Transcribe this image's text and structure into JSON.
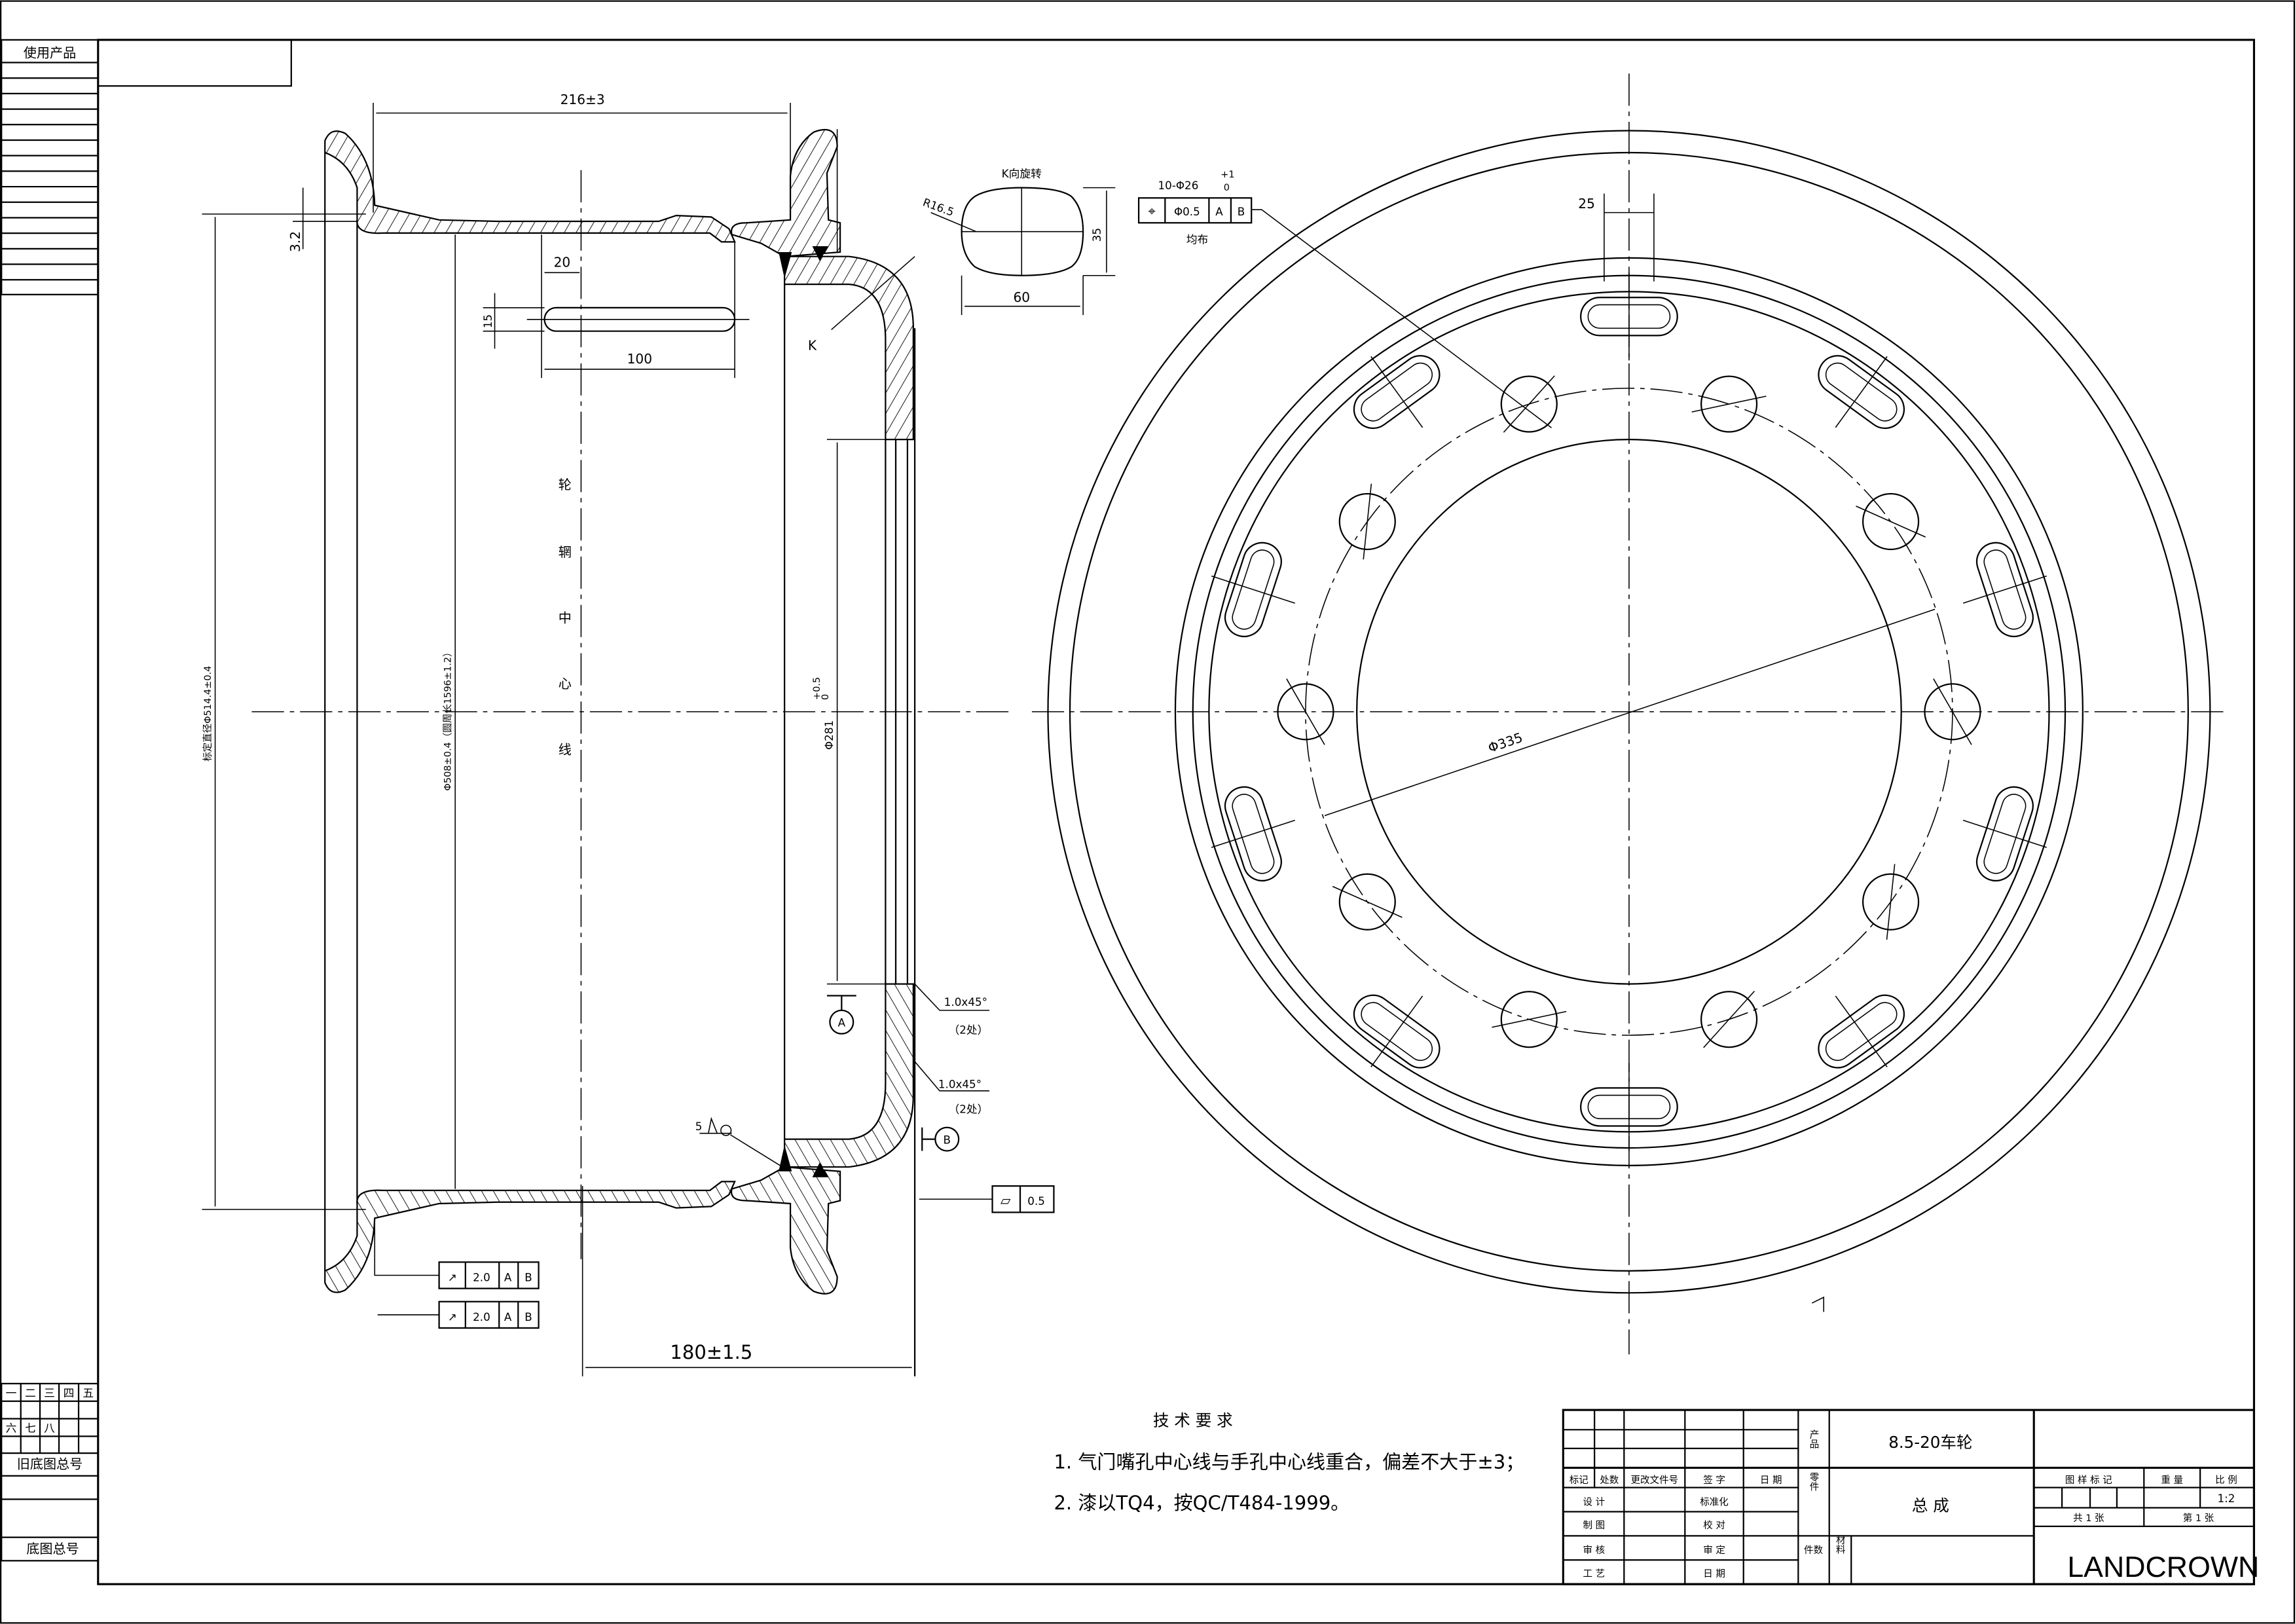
{
  "left_strip": {
    "used_product": "使用产品",
    "numbers": [
      "一",
      "二",
      "三",
      "四",
      "五",
      "六",
      "七",
      "八"
    ],
    "old_drawing_no": "旧底图总号",
    "drawing_no": "底图总号"
  },
  "side_view": {
    "rim_width": "216±3",
    "thickness": "3.2",
    "valve_slot_offset": "20",
    "valve_slot_width": "15",
    "valve_slot_length": "100",
    "view_arrow": "K",
    "rim_centerline": [
      "轮",
      "辋",
      "中",
      "心",
      "线"
    ],
    "nominal_diameter": "标定直径Φ514.4±0.4",
    "seat_diameter": "Φ508±0.4（圆周长1596±1.2）",
    "bore_diameter": "Φ281",
    "bore_tol_upper": "+0.5",
    "bore_tol_lower": "0",
    "chamfer1": "1.0x45°",
    "chamfer1_count": "（2处）",
    "chamfer2": "1.0x45°",
    "chamfer2_count": "（2处）",
    "datum_a": "A",
    "datum_b": "B",
    "weld": "5",
    "flatness": {
      "symbol": "▱",
      "value": "0.5"
    },
    "runout1": {
      "symbol": "↗",
      "value": "2.0",
      "datum1": "A",
      "datum2": "B"
    },
    "runout2": {
      "symbol": "↗",
      "value": "2.0",
      "datum1": "A",
      "datum2": "B"
    },
    "offset": "180±1.5"
  },
  "k_view": {
    "title": "K向旋转",
    "radius": "R16.5",
    "height": "35",
    "width": "60"
  },
  "front_view": {
    "holes": "10-Φ26",
    "holes_tol_upper": "+1",
    "holes_tol_lower": "0",
    "position": {
      "symbol": "⌖",
      "value": "Φ0.5",
      "datum1": "A",
      "datum2": "B"
    },
    "distribution": "均布",
    "notch_width": "25",
    "pilot_circle": "Φ335",
    "bolt_hole_count": 10,
    "hand_hole_count": 10
  },
  "tech_requirements": {
    "title": "技 术 要 求",
    "items": [
      "1. 气门嘴孔中心线与手孔中心线重合，偏差不大于±3；",
      "2. 漆以TQ4，按QC/T484-1999。"
    ]
  },
  "title_block": {
    "headers": [
      "标记",
      "处数",
      "更改文件号",
      "签 字",
      "日 期"
    ],
    "roles_left": [
      "设 计",
      "制 图",
      "审 核",
      "工 艺"
    ],
    "roles_right": [
      "标准化",
      "校 对",
      "审 定",
      "日 期"
    ],
    "product_label": "产品",
    "product_name": "8.5-20车轮",
    "part_label": "零件",
    "part_name": "总  成",
    "quantity_label": "件数",
    "material_label": "材料",
    "pattern_mark": "图 样 标 记",
    "weight": "重 量",
    "scale_label": "比 例",
    "scale": "1:2",
    "sheets_total": "共  1  张",
    "sheet_no": "第  1  张",
    "company": "LANDCROWN"
  }
}
